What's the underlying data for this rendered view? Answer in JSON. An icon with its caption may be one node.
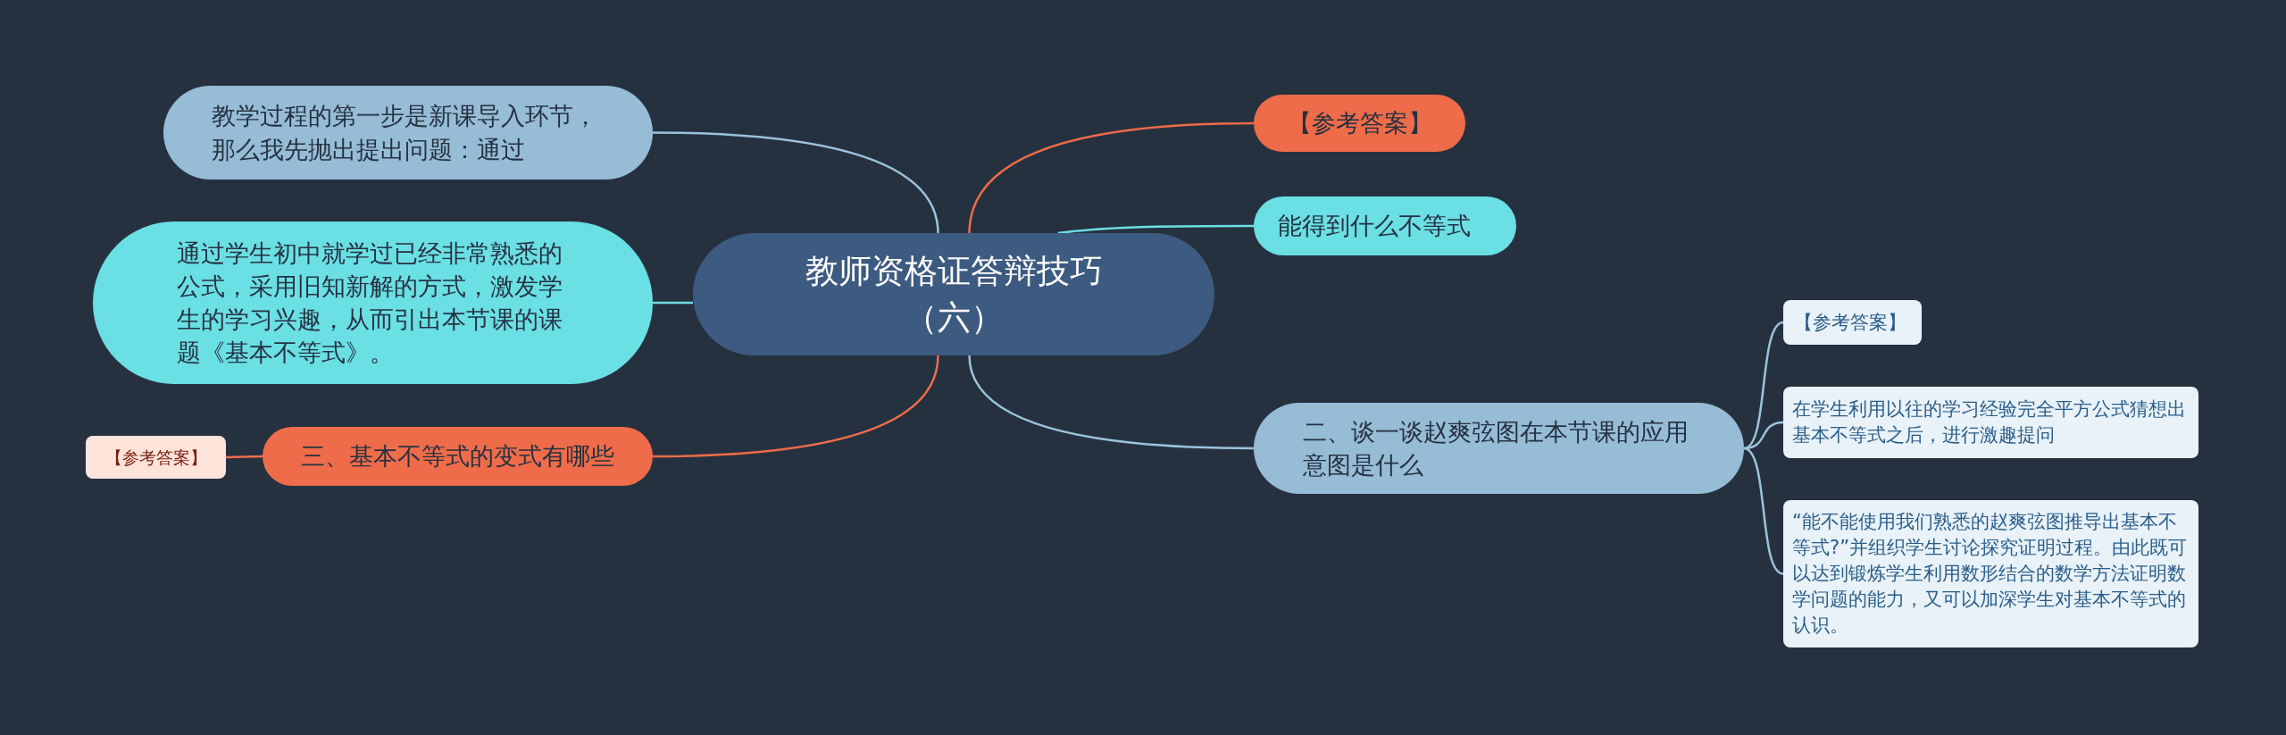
{
  "diagram": {
    "nodes": [
      {
        "text": [
          "教师资格证答辩技巧（六）"
        ]
      },
      {
        "text": [
          "教学过程的第一步是新课导入环节，那么我先抛出提出问题：通过"
        ]
      },
      {
        "text": [
          "通过学生初中就学过已经非常熟悉的公式，采用旧知新解的方式，激发学生的学习兴趣，从而引出本节课的课题《基本不等式》。"
        ]
      },
      {
        "text": [
          "三、基本不等式的变式有哪些"
        ]
      },
      {
        "text": [
          "【参考答案】"
        ]
      },
      {
        "text": [
          "【参考答案】"
        ]
      },
      {
        "text": [
          "能得到什么不等式"
        ]
      },
      {
        "text": [
          "二、谈一谈赵爽弦图在本节课的应用意图是什么"
        ]
      },
      {
        "text": [
          "【参考答案】"
        ]
      },
      {
        "text": [
          "在学生利用以往的学习经验完全平方公式猜想出基本不等式之后，进行激趣提问"
        ]
      },
      {
        "text": [
          "“能不能使用我们熟悉的赵爽弦图推导出基本不等式?”并组织学生讨论探究证明过程。由此既可以达到锻炼学生利用数形结合的数学方法证明数学问题的能力，又可以加深学生对基本不等式的认识。"
        ]
      }
    ],
    "edges": [
      {
        "from": 0,
        "to": 1,
        "arrow": "none"
      },
      {
        "from": 0,
        "to": 2,
        "arrow": "none",
        "color": "#6adfe4"
      },
      {
        "from": 0,
        "to": 3,
        "arrow": "none",
        "color": "#ef6c4a"
      },
      {
        "from": 3,
        "to": 4,
        "arrow": "none",
        "color": "#ef6c4a"
      },
      {
        "from": 0,
        "to": 5,
        "arrow": "none",
        "color": "#ef6c4a"
      },
      {
        "from": 0,
        "to": 6,
        "arrow": "none",
        "color": "#6adfe4"
      },
      {
        "from": 0,
        "to": 7,
        "arrow": "none"
      },
      {
        "from": 7,
        "to": 8,
        "arrow": "none"
      },
      {
        "from": 7,
        "to": 9,
        "arrow": "none"
      },
      {
        "from": 7,
        "to": 10,
        "arrow": "none"
      }
    ]
  }
}
